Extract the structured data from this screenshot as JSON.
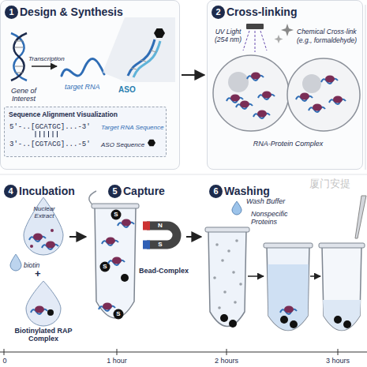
{
  "diagram": {
    "nodes": [
      {
        "text": [
          "1",
          "Design & Synthesis"
        ]
      },
      {
        "text": [
          "Sequence Alignment Visualization",
          "5'-..[GCATGC]...-3'",
          "Target RNA Sequence",
          "3'-..[CGTACG]...-5'",
          "ASO Sequence"
        ],
        "in": 0
      },
      {
        "text": [
          "2",
          "Cross-linking"
        ]
      },
      {
        "text": [
          "4",
          "Incubation"
        ]
      },
      {
        "text": [
          "5",
          "Capture"
        ]
      },
      {
        "text": [
          "6",
          "Washing"
        ]
      }
    ],
    "edges": [
      {
        "from": 0,
        "to": 2,
        "arrow": "to"
      },
      {
        "from": 3,
        "to": 4,
        "arrow": "to"
      },
      {
        "from": 4,
        "to": 5,
        "arrow": "to"
      }
    ],
    "labels": [
      "Gene of Interest",
      "Transcription",
      "target RNA",
      "ASO",
      "UV Light (254 nm)",
      "Chemical Cross-link",
      "(e.g., formaldehyde)",
      "RNA-Protein Complex",
      "Nuclear Extract",
      "biotin",
      "+",
      "Biotinylated RAP Complex",
      "N",
      "S",
      "S",
      "S",
      "S",
      "Bead-Complex",
      "Wash Buffer",
      "Nonspecific Proteins",
      "0",
      "1 hour",
      "2 hours",
      "3 hours",
      "厦门安提"
    ]
  }
}
